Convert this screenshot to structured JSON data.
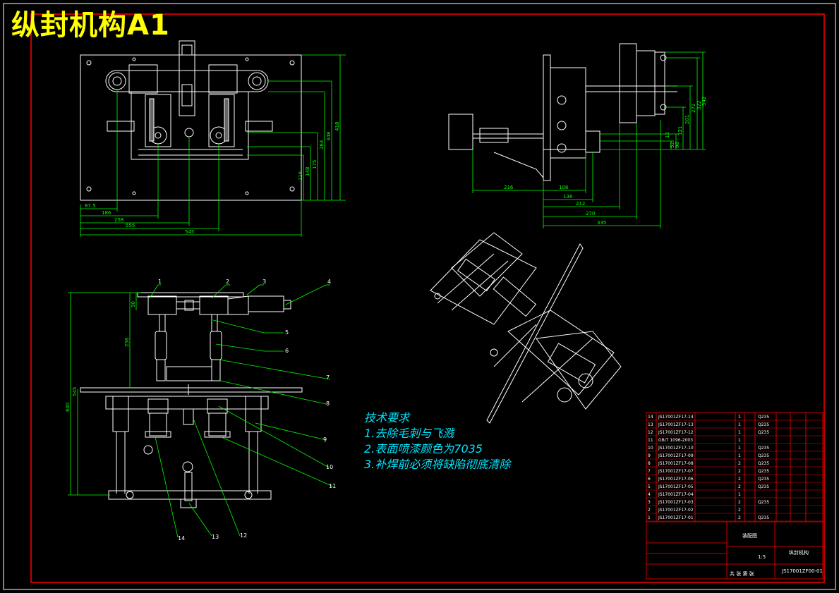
{
  "title": "纵封机构A1",
  "technical_requirements": {
    "heading": "技术要求",
    "items": [
      "1.去除毛刺与飞溅",
      "2.表面喷漆颜色为7035",
      "3.补焊前必须将缺陷彻底清除"
    ]
  },
  "top_view": {
    "dims_horizontal": [
      "87.5",
      "186",
      "258",
      "555",
      "545"
    ],
    "dims_vertical": [
      "418",
      "348",
      "264",
      "175",
      "148",
      "116"
    ]
  },
  "side_view": {
    "dims_horizontal": [
      "216",
      "108",
      "136",
      "212",
      "270",
      "335"
    ],
    "dims_vertical": [
      "12",
      "52",
      "98",
      "121",
      "201",
      "272",
      "322",
      "342"
    ]
  },
  "front_view": {
    "dims_vertical": [
      "90",
      "256",
      "545",
      "600"
    ],
    "balloons": [
      "1",
      "2",
      "3",
      "4",
      "5",
      "6",
      "7",
      "8",
      "9",
      "10",
      "11",
      "12",
      "13",
      "14"
    ]
  },
  "title_block": {
    "drawing_name": "纵封机构",
    "drawing_number": "JS17001ZF00-01",
    "assembly_label": "装配图",
    "scale": "1:5",
    "sheets_label": "共 张  第 张",
    "parts": [
      {
        "no": "14",
        "code": "JS17001ZF17-14",
        "qty": "1",
        "material": "Q235"
      },
      {
        "no": "13",
        "code": "JS17001ZF17-13",
        "qty": "1",
        "material": "Q235"
      },
      {
        "no": "12",
        "code": "JS17001ZF17-12",
        "qty": "1",
        "material": "Q235"
      },
      {
        "no": "11",
        "code": "GB/T 1096-2003",
        "qty": "1",
        "material": ""
      },
      {
        "no": "10",
        "code": "JS17001ZF17-10",
        "qty": "1",
        "material": "Q235"
      },
      {
        "no": "9",
        "code": "JS17001ZF17-09",
        "qty": "1",
        "material": "Q235"
      },
      {
        "no": "8",
        "code": "JS17001ZF17-08",
        "qty": "2",
        "material": "Q235"
      },
      {
        "no": "7",
        "code": "JS17001ZF17-07",
        "qty": "2",
        "material": "Q235"
      },
      {
        "no": "6",
        "code": "JS17001ZF17-06",
        "qty": "2",
        "material": "Q235"
      },
      {
        "no": "5",
        "code": "JS17001ZF17-05",
        "qty": "2",
        "material": "Q235"
      },
      {
        "no": "4",
        "code": "JS17001ZF17-04",
        "qty": "1",
        "material": ""
      },
      {
        "no": "3",
        "code": "JS17001ZF17-03",
        "qty": "2",
        "material": "Q235"
      },
      {
        "no": "2",
        "code": "JS17001ZF17-02",
        "qty": "2",
        "material": ""
      },
      {
        "no": "1",
        "code": "JS17001ZF17-01",
        "qty": "2",
        "material": "Q235"
      }
    ]
  },
  "colors": {
    "background": "#000000",
    "border": "#ff0000",
    "geometry": "#ffffff",
    "dimensions": "#00ff00",
    "title": "#ffff00",
    "notes": "#00e5ff"
  }
}
